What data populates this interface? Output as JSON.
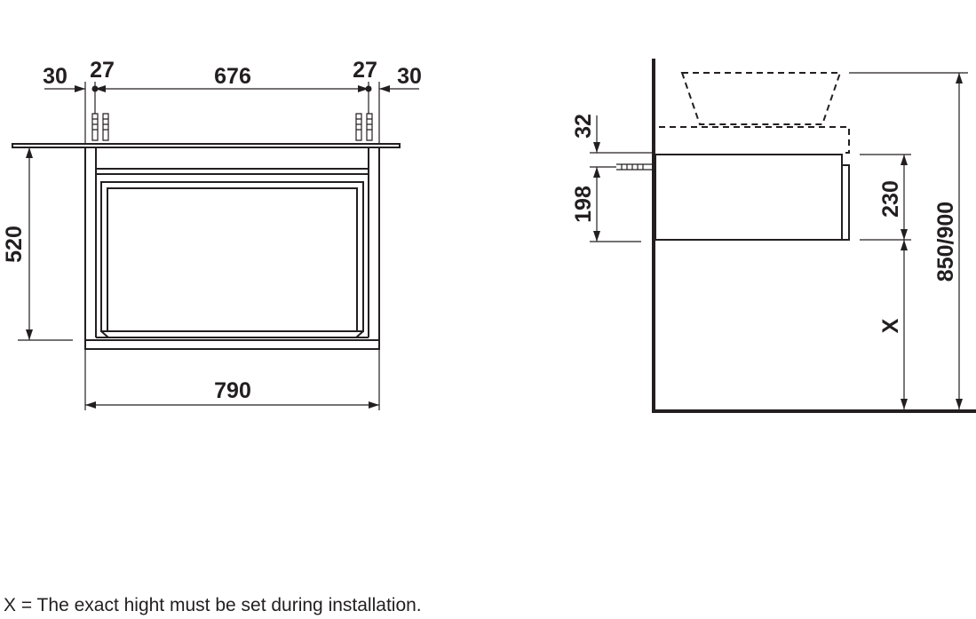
{
  "front_view": {
    "dims": {
      "left_edge_offset": "30",
      "left_bolt_offset": "27",
      "bolt_spacing": "676",
      "right_bolt_offset": "27",
      "right_edge_offset": "30",
      "height": "520",
      "width": "790"
    }
  },
  "side_view": {
    "dims": {
      "bracket_offset": "32",
      "bracket_height": "198",
      "drawer_height": "230",
      "floor_gap": "X",
      "total_height": "850/900"
    }
  },
  "note": "X = The exact hight must be set during installation."
}
